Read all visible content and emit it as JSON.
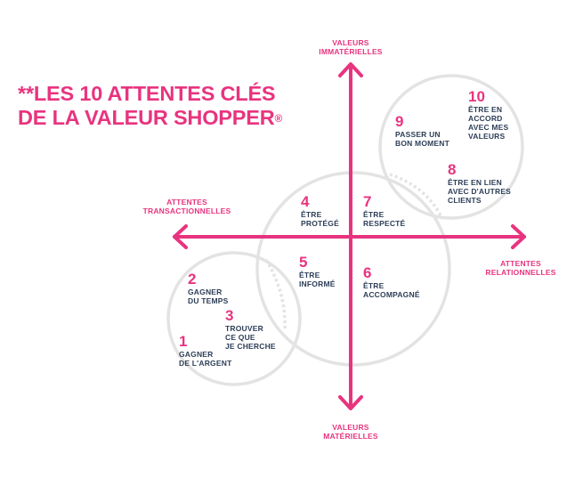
{
  "title": {
    "line1": "**LES 10 ATTENTES CLÉS",
    "line2": "DE LA VALEUR SHOPPER",
    "registered": "®"
  },
  "axes": {
    "top": [
      "VALEURS",
      "IMMATÉRIELLES"
    ],
    "bottom": [
      "VALEURS",
      "MATÉRIELLES"
    ],
    "left": [
      "ATTENTES",
      "TRANSACTIONNELLES"
    ],
    "right": [
      "ATTENTES",
      "RELATIONNELLES"
    ]
  },
  "expectations": [
    {
      "number": "1",
      "lines": [
        "GAGNER",
        "DE L'ARGENT"
      ]
    },
    {
      "number": "2",
      "lines": [
        "GAGNER",
        "DU TEMPS"
      ]
    },
    {
      "number": "3",
      "lines": [
        "TROUVER",
        "CE QUE",
        "JE CHERCHE"
      ]
    },
    {
      "number": "4",
      "lines": [
        "ÊTRE",
        "PROTÉGÉ"
      ]
    },
    {
      "number": "5",
      "lines": [
        "ÊTRE",
        "INFORMÉ"
      ]
    },
    {
      "number": "6",
      "lines": [
        "ÊTRE",
        "ACCOMPAGNÉ"
      ]
    },
    {
      "number": "7",
      "lines": [
        "ÊTRE",
        "RESPECTÉ"
      ]
    },
    {
      "number": "8",
      "lines": [
        "ÊTRE EN LIEN",
        "AVEC D'AUTRES",
        "CLIENTS"
      ]
    },
    {
      "number": "9",
      "lines": [
        "PASSER UN",
        "BON MOMENT"
      ]
    },
    {
      "number": "10",
      "lines": [
        "ÊTRE EN",
        "ACCORD",
        "AVEC MES",
        "VALEURS"
      ]
    }
  ],
  "colors": {
    "accent": "#e8347f",
    "text": "#2d3e57",
    "circle": "#e3e3e3"
  }
}
